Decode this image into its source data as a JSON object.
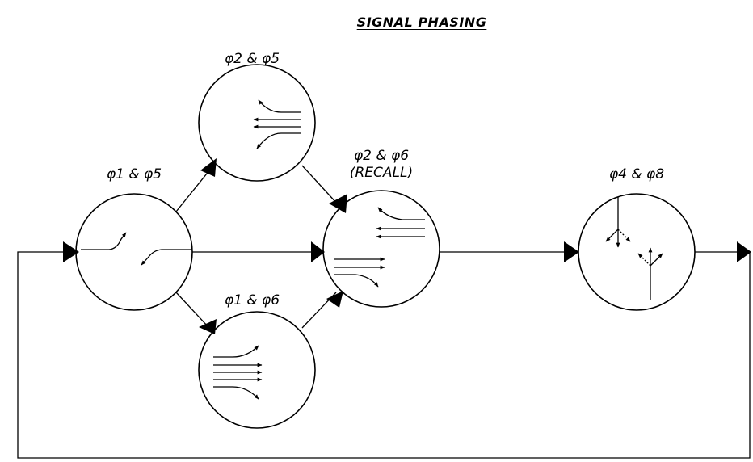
{
  "title": "SIGNAL PHASING",
  "phases": {
    "p15": {
      "label": "φ1 & φ5"
    },
    "p25": {
      "label": "φ2 & φ5"
    },
    "p16": {
      "label": "φ1 & φ6"
    },
    "p26": {
      "label": "φ2 & φ6",
      "sublabel": "(RECALL)"
    },
    "p48": {
      "label": "φ4 & φ8"
    }
  },
  "colors": {
    "stroke": "#000000",
    "background": "#ffffff"
  }
}
